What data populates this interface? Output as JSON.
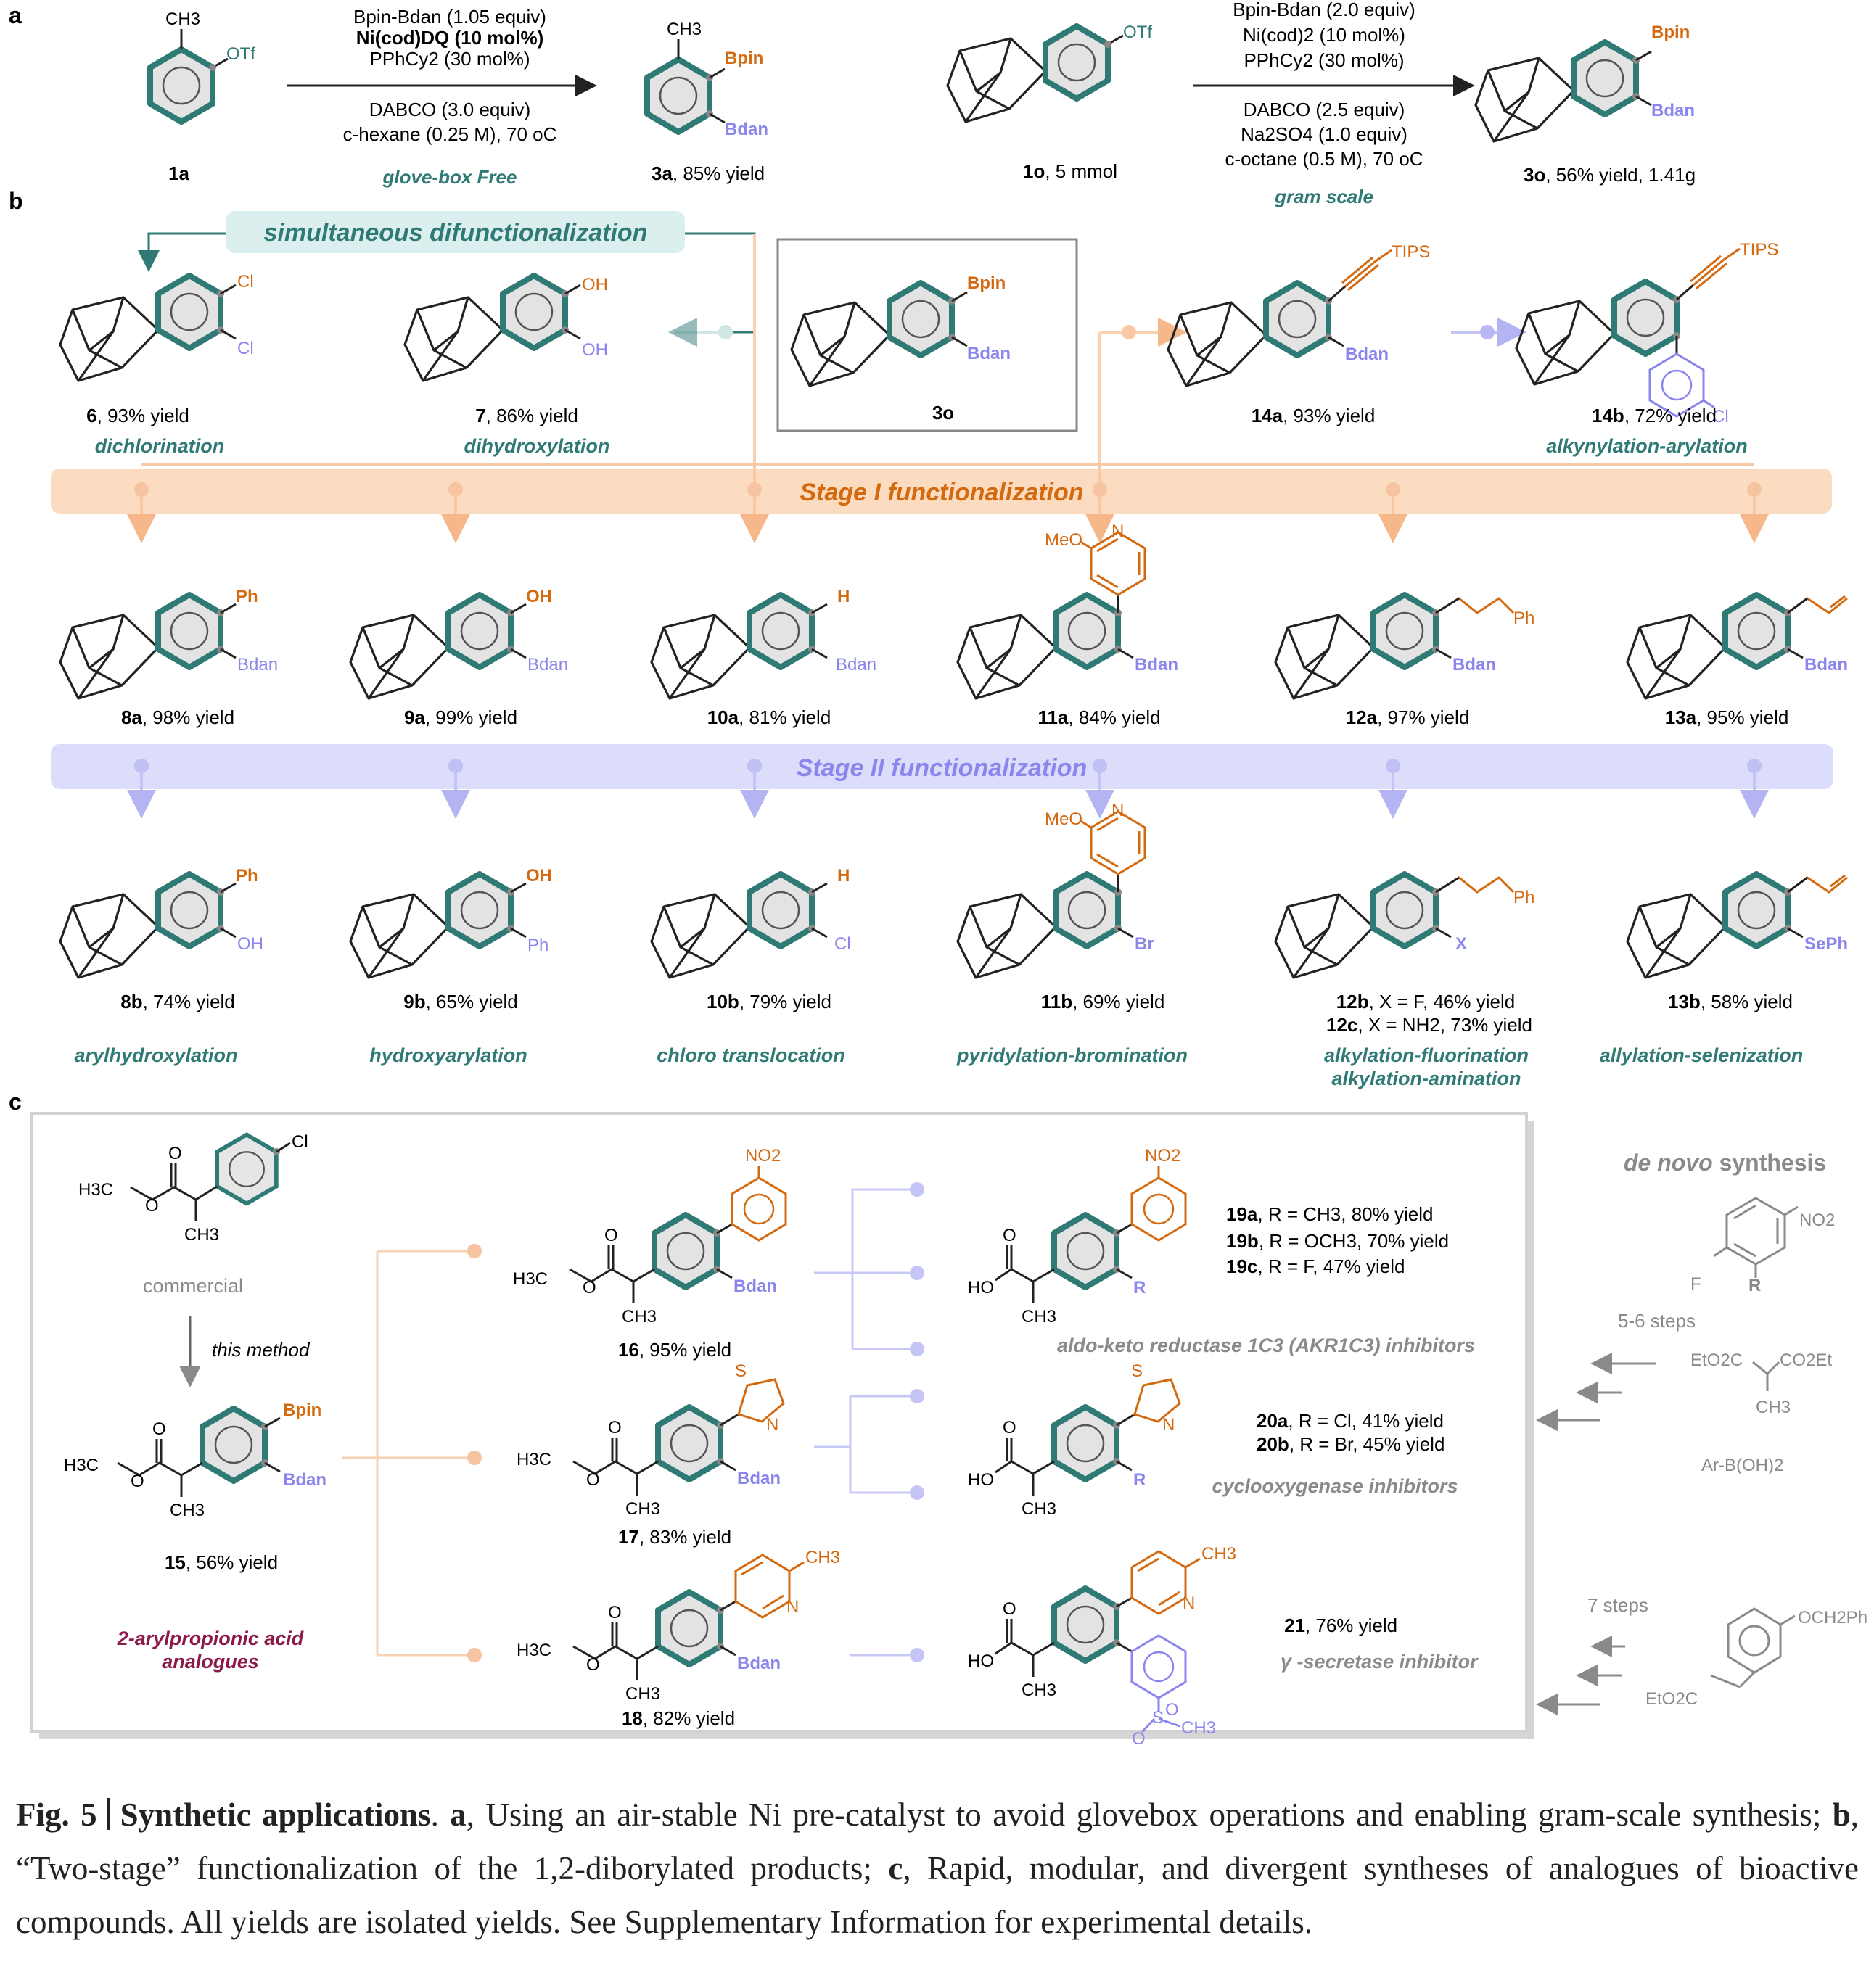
{
  "panels": {
    "a": "a",
    "b": "b",
    "c": "c"
  },
  "colors": {
    "teal": "#2f7a74",
    "ring_fill": "#d9d9d9",
    "orange": "#d46a10",
    "lavender": "#8a86ee",
    "orange_band": "#fbdcc0",
    "lavender_band": "#dcdcfb",
    "orange_line": "#f6c6a0",
    "lavender_line": "#c4c4f6",
    "teal_box": "#dcefef",
    "maroon": "#8b1a4a",
    "gray": "#8a8a8a"
  },
  "panel_a": {
    "left": {
      "sm_substituents": [
        "CH3",
        "OTf"
      ],
      "sm_label": "1a",
      "conditions_above": [
        "Bpin-Bdan (1.05 equiv)",
        "Ni(cod)DQ (10 mol%)",
        "PPhCy2 (30 mol%)"
      ],
      "conditions_below": [
        "DABCO (3.0 equiv)",
        "c-hexane (0.25 M), 70 oC"
      ],
      "note": "glove-box Free",
      "product_substituents": [
        "CH3",
        "Bpin",
        "Bdan"
      ],
      "product_label": "3a",
      "product_yield": ", 85% yield"
    },
    "right": {
      "sm_substituent": "OTf",
      "sm_label": "1o",
      "sm_amount": ", 5 mmol",
      "conditions_above": [
        "Bpin-Bdan (2.0 equiv)",
        "Ni(cod)2 (10 mol%)",
        "PPhCy2 (30 mol%)"
      ],
      "conditions_below": [
        "DABCO (2.5 equiv)",
        "Na2SO4 (1.0 equiv)",
        "c-octane (0.5 M), 70 oC"
      ],
      "note": "gram scale",
      "product_substituents": [
        "Bpin",
        "Bdan"
      ],
      "product_label": "3o",
      "product_yield": ", 56% yield, 1.41g"
    }
  },
  "panel_b": {
    "banner": "simultaneous difunctionalization",
    "center_label": "3o",
    "center_substituents": [
      "Bpin",
      "Bdan"
    ],
    "stage1": "Stage I functionalization",
    "stage2": "Stage II functionalization",
    "top": [
      {
        "id": "6",
        "yield": ", 93% yield",
        "subs": [
          "Cl",
          "Cl"
        ],
        "name": "dichlorination"
      },
      {
        "id": "7",
        "yield": ", 86% yield",
        "subs": [
          "OH",
          "OH"
        ],
        "name": "dihydroxylation"
      },
      {
        "id": "14a",
        "yield": ", 93% yield",
        "subs": [
          "TIPS",
          "Bdan"
        ],
        "name": ""
      },
      {
        "id": "14b",
        "yield": ", 72% yield",
        "subs": [
          "TIPS",
          "Cl"
        ],
        "name": "alkynylation-arylation"
      }
    ],
    "stage1_products": [
      {
        "id": "8a",
        "yield": ", 98% yield",
        "top": "Ph",
        "bottom": "Bdan"
      },
      {
        "id": "9a",
        "yield": ", 99% yield",
        "top": "OH",
        "bottom": "Bdan"
      },
      {
        "id": "10a",
        "yield": ", 81% yield",
        "top": "H",
        "bottom": "Bdan"
      },
      {
        "id": "11a",
        "yield": ", 84% yield",
        "top": "MeO",
        "top2": "N",
        "bottom": "Bdan"
      },
      {
        "id": "12a",
        "yield": ", 97% yield",
        "top": "Ph",
        "bottom": "Bdan"
      },
      {
        "id": "13a",
        "yield": ", 95% yield",
        "top": "",
        "bottom": "Bdan"
      }
    ],
    "stage2_products": [
      {
        "id": "8b",
        "yield": ", 74% yield",
        "top": "Ph",
        "bottom": "OH",
        "name": "arylhydroxylation"
      },
      {
        "id": "9b",
        "yield": ", 65% yield",
        "top": "OH",
        "bottom": "Ph",
        "name": "hydroxyarylation"
      },
      {
        "id": "10b",
        "yield": ", 79% yield",
        "top": "H",
        "bottom": "Cl",
        "name": "chloro translocation"
      },
      {
        "id": "11b",
        "yield": ", 69% yield",
        "top": "MeO",
        "top2": "N",
        "bottom": "Br",
        "name": "pyridylation-bromination"
      },
      {
        "id": "12b",
        "yield": ", X = F, 46% yield",
        "top": "Ph",
        "bottom": "X",
        "name": "alkylation-fluorination",
        "id2": "12c",
        "yield2": ", X = NH2, 73% yield",
        "name2": "alkylation-amination"
      },
      {
        "id": "13b",
        "yield": ", 58% yield",
        "top": "",
        "bottom": "SePh",
        "name": "allylation-selenization"
      }
    ]
  },
  "panel_c": {
    "commercial": "commercial",
    "this_method": "this method",
    "sm_subs": [
      "H3C",
      "O",
      "O",
      "CH3",
      "Cl"
    ],
    "p15": {
      "id": "15",
      "yield": ", 56% yield",
      "subs": [
        "Bpin",
        "Bdan"
      ]
    },
    "analogues": "2-arylpropionic acid analogues",
    "p16": {
      "id": "16",
      "yield": ", 95% yield",
      "top": "NO2",
      "bottom": "Bdan"
    },
    "p17": {
      "id": "17",
      "yield": ", 83% yield",
      "top": "S",
      "top2": "N",
      "bottom": "Bdan"
    },
    "p18": {
      "id": "18",
      "yield": ", 82% yield",
      "top": "CH3",
      "top2": "N",
      "bottom": "Bdan"
    },
    "p19": {
      "lines": [
        [
          "19a",
          ", R = CH3, 80% yield"
        ],
        [
          "19b",
          ", R = OCH3, 70% yield"
        ],
        [
          "19c",
          ", R = F, 47% yield"
        ]
      ],
      "name": "aldo-keto reductase 1C3 (AKR1C3) inhibitors"
    },
    "p20": {
      "lines": [
        [
          "20a",
          ", R = Cl, 41% yield"
        ],
        [
          "20b",
          ", R = Br, 45% yield"
        ]
      ],
      "name": "cyclooxygenase inhibitors"
    },
    "p21": {
      "id": "21",
      "yield": ", 76% yield",
      "name": "γ -secretase inhibitor"
    },
    "acid_subs": [
      "HO",
      "O",
      "CH3",
      "R"
    ],
    "denovo": {
      "title_it": "de novo",
      "title": " synthesis",
      "steps1": "5-6 steps",
      "steps2": "7 steps",
      "nitro": "NO2",
      "f": "F",
      "r": "R",
      "malonate_left": "EtO2C",
      "malonate_right": "CO2Et",
      "malonate_me": "CH3",
      "boronic": "Ar-B(OH)2",
      "benzyl": "OCH2Ph",
      "ester": "EtO2C"
    }
  },
  "caption": {
    "fig": "Fig. 5",
    "title": "Synthetic applications",
    "a": "a",
    "a_text": ", Using an air-stable Ni pre-catalyst to avoid glovebox operations and enabling gram-scale synthesis; ",
    "b": "b",
    "b_text": ", “Two-stage” functionalization of the 1,2-diborylated products; ",
    "c": "c",
    "c_text": ", Rapid, modular, and divergent syntheses of analogues of bioactive compounds. All yields are isolated yields. See Supplementary Information for experimental details."
  }
}
